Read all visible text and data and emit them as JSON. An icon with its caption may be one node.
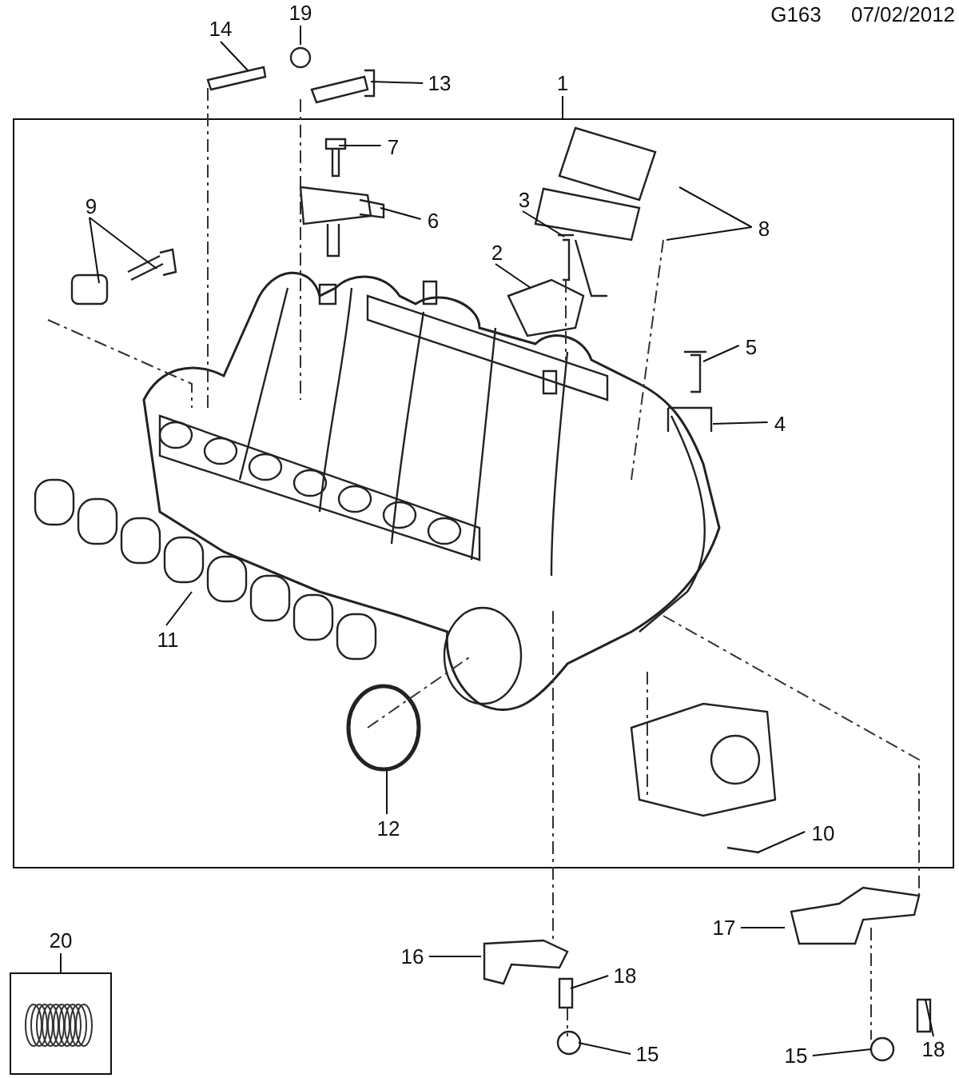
{
  "diagram": {
    "nodes": [
      {
        "text": [],
        "shape": "box"
      },
      {
        "text": [
          "1"
        ]
      },
      {
        "text": [
          "14"
        ]
      },
      {
        "text": [
          "19"
        ]
      },
      {
        "text": [
          "13"
        ]
      },
      {
        "text": [
          "7"
        ],
        "in": 0
      },
      {
        "text": [
          "6"
        ],
        "in": 0
      },
      {
        "text": [
          "9"
        ],
        "in": 0
      },
      {
        "text": [
          "3"
        ],
        "in": 0
      },
      {
        "text": [
          "2"
        ],
        "in": 0
      },
      {
        "text": [
          "8"
        ],
        "in": 0
      },
      {
        "text": [
          "5"
        ],
        "in": 0
      },
      {
        "text": [
          "4"
        ],
        "in": 0
      },
      {
        "text": [
          "11"
        ],
        "in": 0
      },
      {
        "text": [
          "12"
        ],
        "in": 0
      },
      {
        "text": [
          "10"
        ],
        "in": 0
      },
      {
        "text": [
          "20"
        ]
      },
      {
        "text": [],
        "shape": "box"
      },
      {
        "text": [
          "16"
        ]
      },
      {
        "text": [
          "18"
        ]
      },
      {
        "text": [
          "15"
        ]
      },
      {
        "text": [
          "17"
        ]
      },
      {
        "text": [
          "15"
        ]
      },
      {
        "text": [
          "18"
        ]
      }
    ],
    "edges": [
      {
        "from": 1,
        "to": 0,
        "arrow": "none"
      },
      {
        "from": 2,
        "to": null,
        "arrow": "none"
      },
      {
        "from": 3,
        "to": null,
        "arrow": "none"
      },
      {
        "from": 4,
        "to": null,
        "arrow": "none"
      },
      {
        "from": 5,
        "to": null,
        "arrow": "none"
      },
      {
        "from": 6,
        "to": null,
        "arrow": "none"
      },
      {
        "from": 7,
        "to": null,
        "arrow": "none"
      },
      {
        "from": 7,
        "to": null,
        "arrow": "none"
      },
      {
        "from": 8,
        "to": null,
        "arrow": "none"
      },
      {
        "from": 9,
        "to": null,
        "arrow": "none"
      },
      {
        "from": 10,
        "to": null,
        "arrow": "none"
      },
      {
        "from": 10,
        "to": null,
        "arrow": "none"
      },
      {
        "from": 11,
        "to": null,
        "arrow": "none"
      },
      {
        "from": 12,
        "to": null,
        "arrow": "none"
      },
      {
        "from": 13,
        "to": null,
        "arrow": "none"
      },
      {
        "from": 14,
        "to": null,
        "arrow": "none"
      },
      {
        "from": 15,
        "to": null,
        "arrow": "none"
      },
      {
        "from": 16,
        "to": 17,
        "arrow": "none"
      },
      {
        "from": 18,
        "to": null,
        "arrow": "none"
      },
      {
        "from": 19,
        "to": null,
        "arrow": "none"
      },
      {
        "from": 20,
        "to": null,
        "arrow": "none"
      },
      {
        "from": 21,
        "to": null,
        "arrow": "none"
      },
      {
        "from": 22,
        "to": null,
        "arrow": "none"
      },
      {
        "from": 23,
        "to": null,
        "arrow": "none"
      }
    ],
    "labels": [
      "G163",
      "07/02/2012"
    ]
  }
}
